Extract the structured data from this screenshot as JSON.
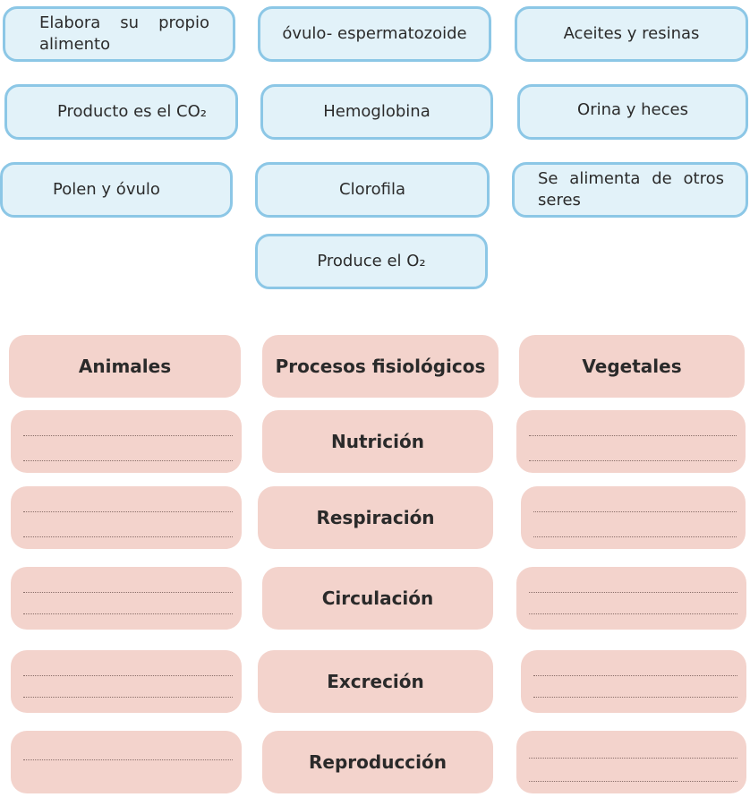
{
  "word_cards": [
    "Elabora su propio alimento",
    "óvulo- espermatozoide",
    "Aceites y resinas",
    "Producto es el CO₂",
    "Hemoglobina",
    "Orina y heces",
    "Polen y óvulo",
    "Clorofila",
    "Se alimenta de otros seres",
    "Produce el O₂"
  ],
  "table": {
    "headers": [
      "Animales",
      "Procesos fisiológicos",
      "Vegetales"
    ],
    "processes": [
      "Nutrición",
      "Respiración",
      "Circulación",
      "Excreción",
      "Reproducción"
    ]
  },
  "colors": {
    "card_fill": "#e2f2f9",
    "card_border": "#8cc7e6",
    "table_cell_fill": "#f3d3cc"
  }
}
